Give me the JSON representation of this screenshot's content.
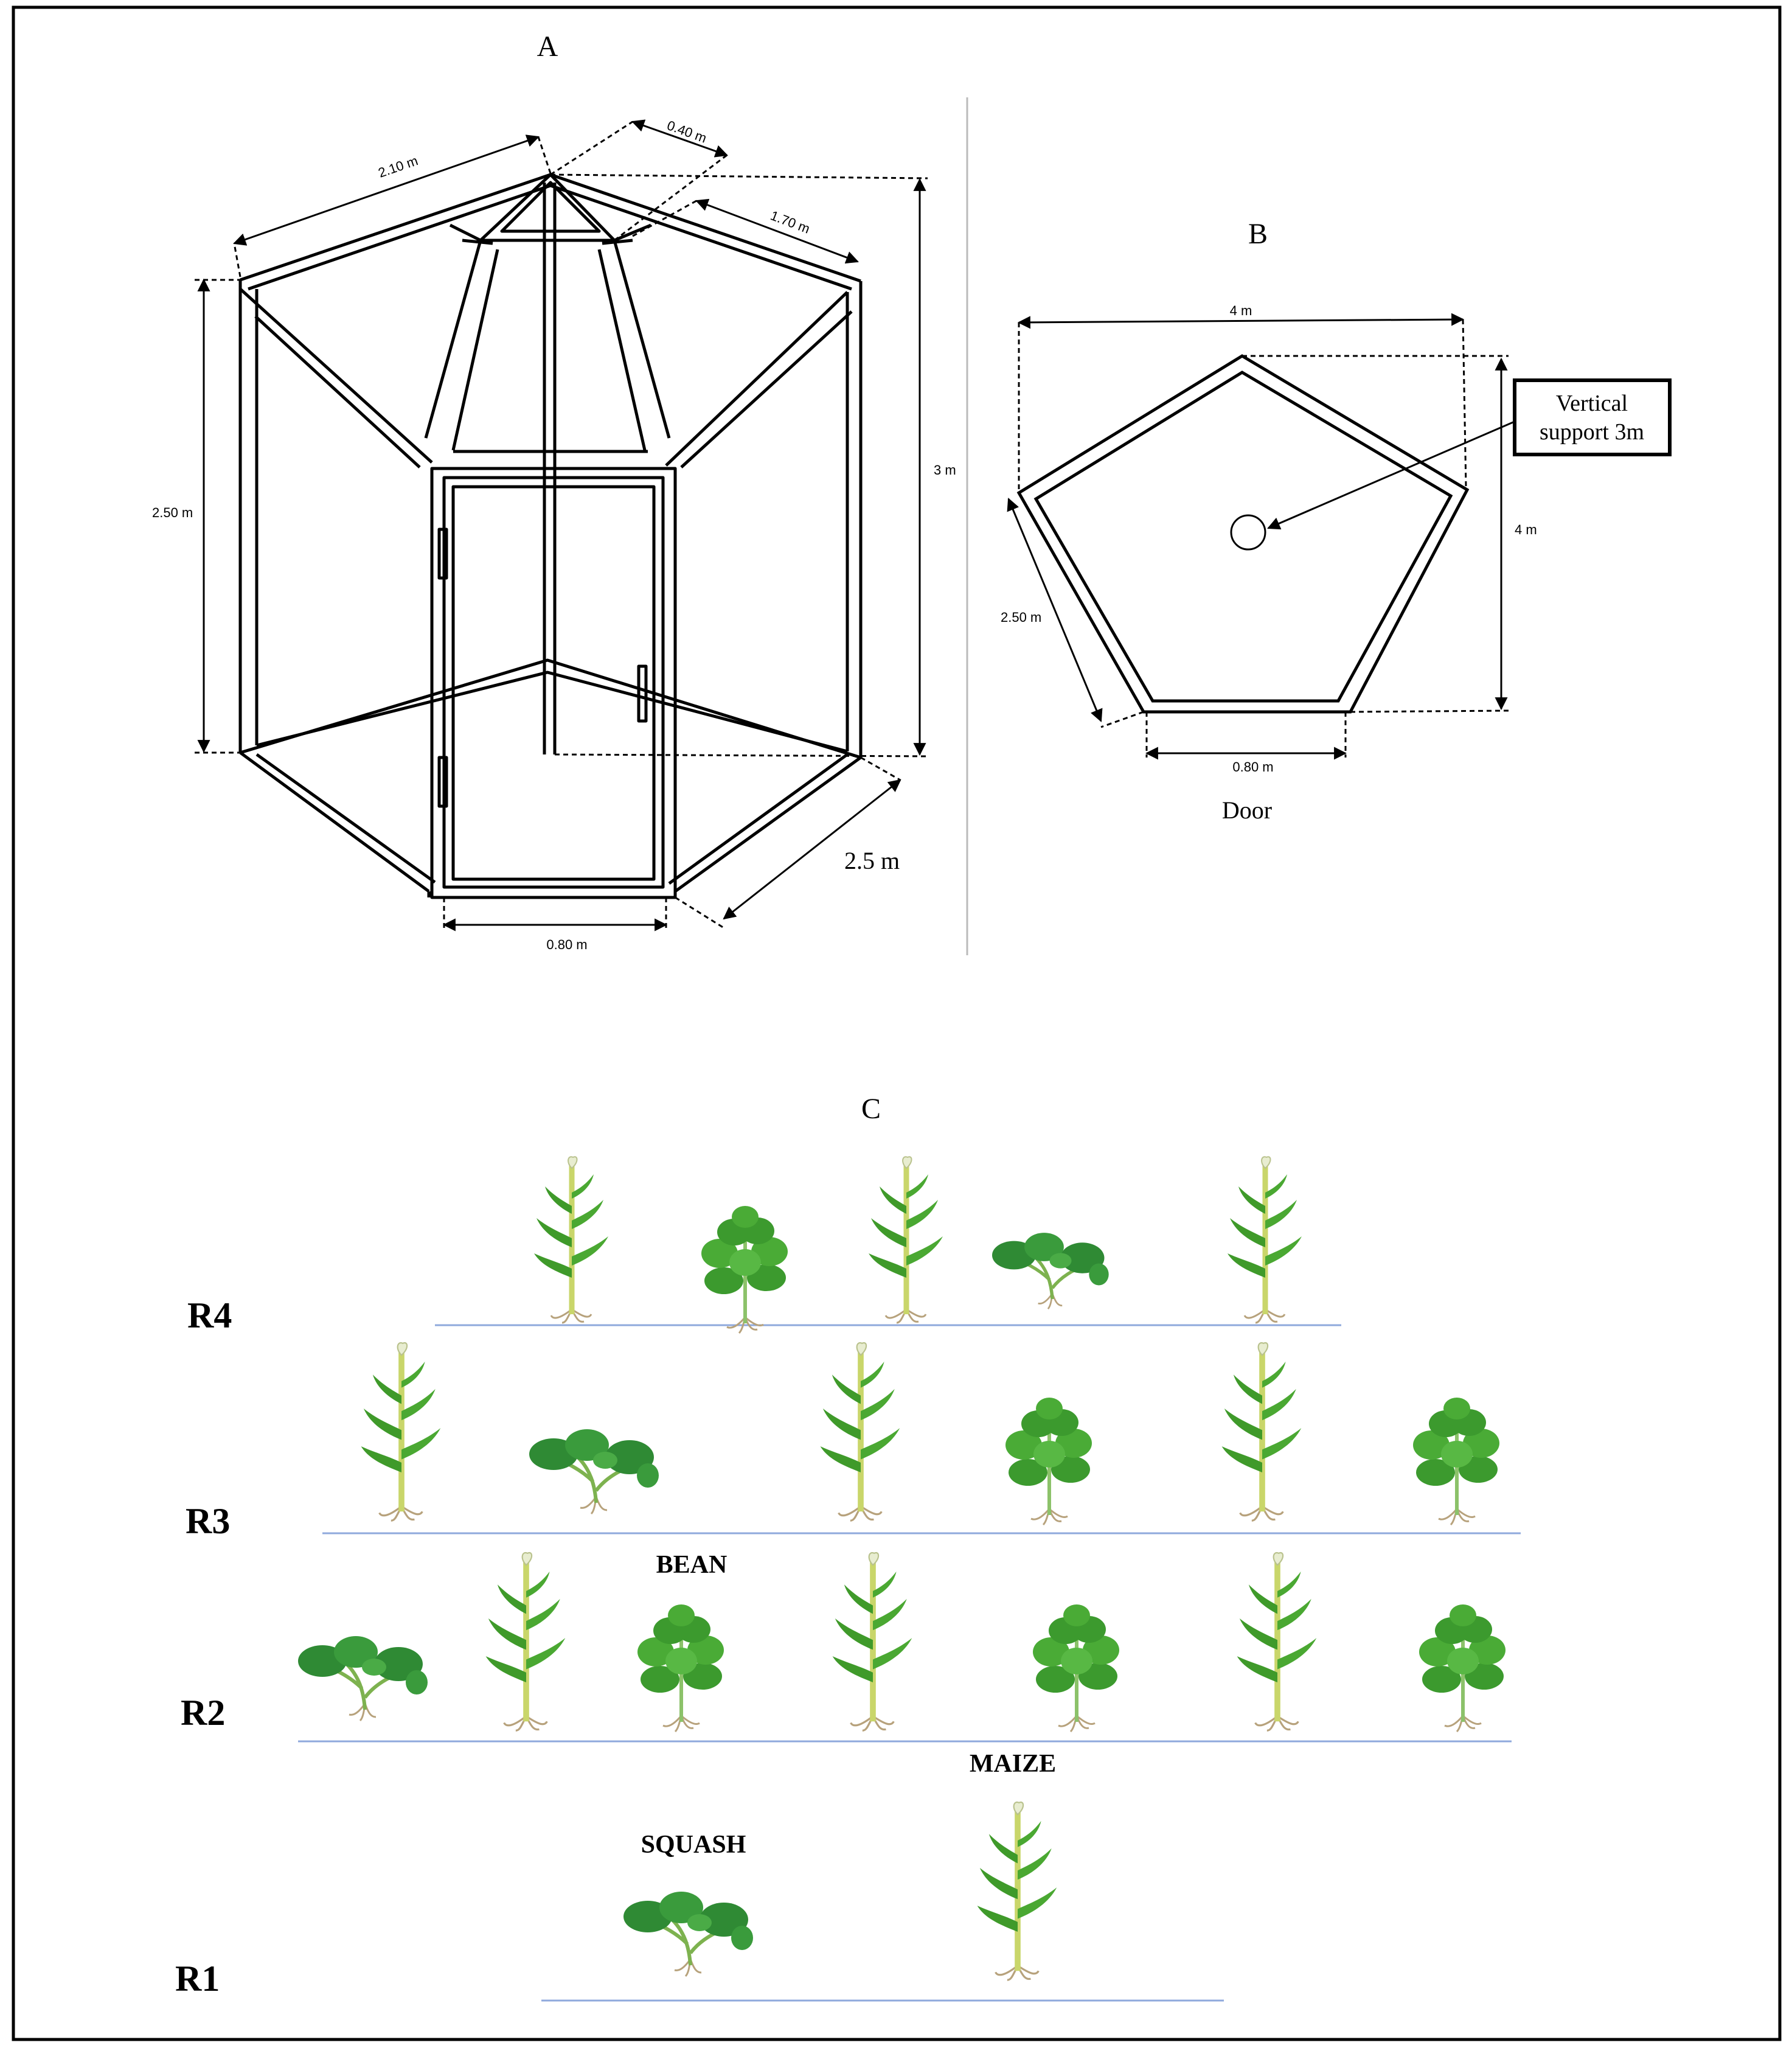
{
  "panels": {
    "a": {
      "label": "A",
      "dims": {
        "top_edge": "2.10 m",
        "roof_offset": "0.40 m",
        "roof_edge": "1.70 m",
        "wall_height": "2.50 m",
        "total_height": "3 m",
        "side_width": "2.5 m",
        "door_width": "0.80 m"
      }
    },
    "b": {
      "label": "B",
      "dims": {
        "width": "4 m",
        "depth": "4 m",
        "side": "2.50 m",
        "door_width": "0.80  m"
      },
      "door_label": "Door",
      "callout": [
        "Vertical",
        "support 3m"
      ]
    },
    "c": {
      "label": "C",
      "rows": [
        "R4",
        "R3",
        "R2",
        "R1"
      ],
      "crop_labels": {
        "bean": "BEAN",
        "maize": "MAIZE",
        "squash": "SQUASH"
      },
      "layout": {
        "R4": [
          "maize",
          "bean",
          "maize",
          "squash",
          "maize"
        ],
        "R3": [
          "maize",
          "squash",
          "maize",
          "bean",
          "maize",
          "bean"
        ],
        "R2": [
          "squash",
          "maize",
          "bean",
          "maize",
          "bean",
          "maize",
          "bean"
        ],
        "R1": [
          "squash",
          "maize"
        ]
      }
    }
  },
  "colors": {
    "frame": "#000000",
    "row_line": "#8fa9dc",
    "maize_leaf": "#3f9a2a",
    "maize_stem": "#c9d66a",
    "bean_leaf": "#3c9a2e",
    "squash_leaf": "#2f8a34",
    "root": "#b7a27c"
  }
}
